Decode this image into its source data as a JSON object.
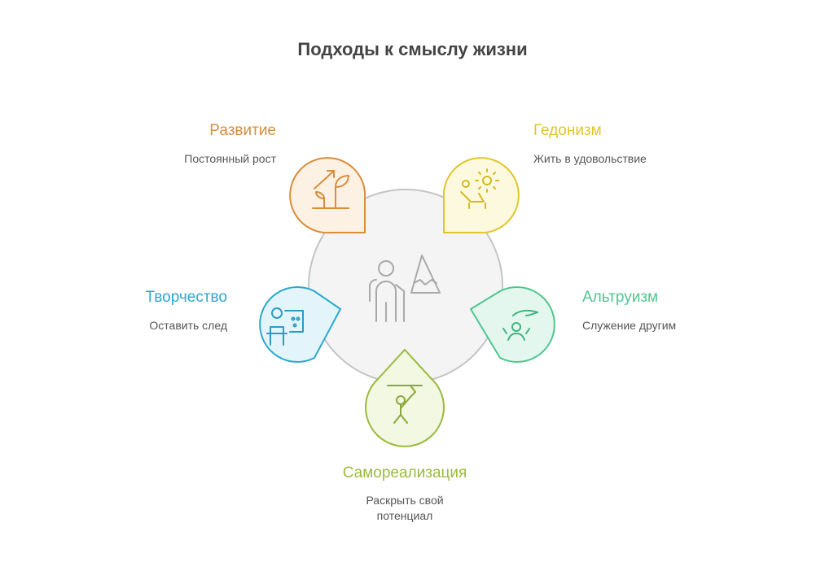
{
  "title": "Подходы к смыслу жизни",
  "center_icon": "elderly-person-mountain-icon",
  "items": [
    {
      "id": "development",
      "label": "Развитие",
      "desc": "Постоянный рост",
      "color": "#d98c3a",
      "fill": "#fdf1e4",
      "icon": "plant-growth-icon"
    },
    {
      "id": "hedonism",
      "label": "Гедонизм",
      "desc": "Жить в удовольствие",
      "color": "#e0c62b",
      "fill": "#fdf9de",
      "icon": "sunbathing-icon"
    },
    {
      "id": "altruism",
      "label": "Альтруизм",
      "desc": "Служение другим",
      "color": "#4fc68f",
      "fill": "#e4f7ee",
      "icon": "helping-hand-icon"
    },
    {
      "id": "self-realization",
      "label": "Самореализация",
      "desc": "Раскрыть свой потенциал",
      "desc_lines": [
        "Раскрыть свой",
        "потенциал"
      ],
      "color": "#9aba3c",
      "fill": "#f2f8e2",
      "icon": "person-reaching-icon"
    },
    {
      "id": "creativity",
      "label": "Творчество",
      "desc": "Оставить след",
      "color": "#2aa8cf",
      "fill": "#e3f5fb",
      "icon": "artist-palette-icon"
    }
  ]
}
